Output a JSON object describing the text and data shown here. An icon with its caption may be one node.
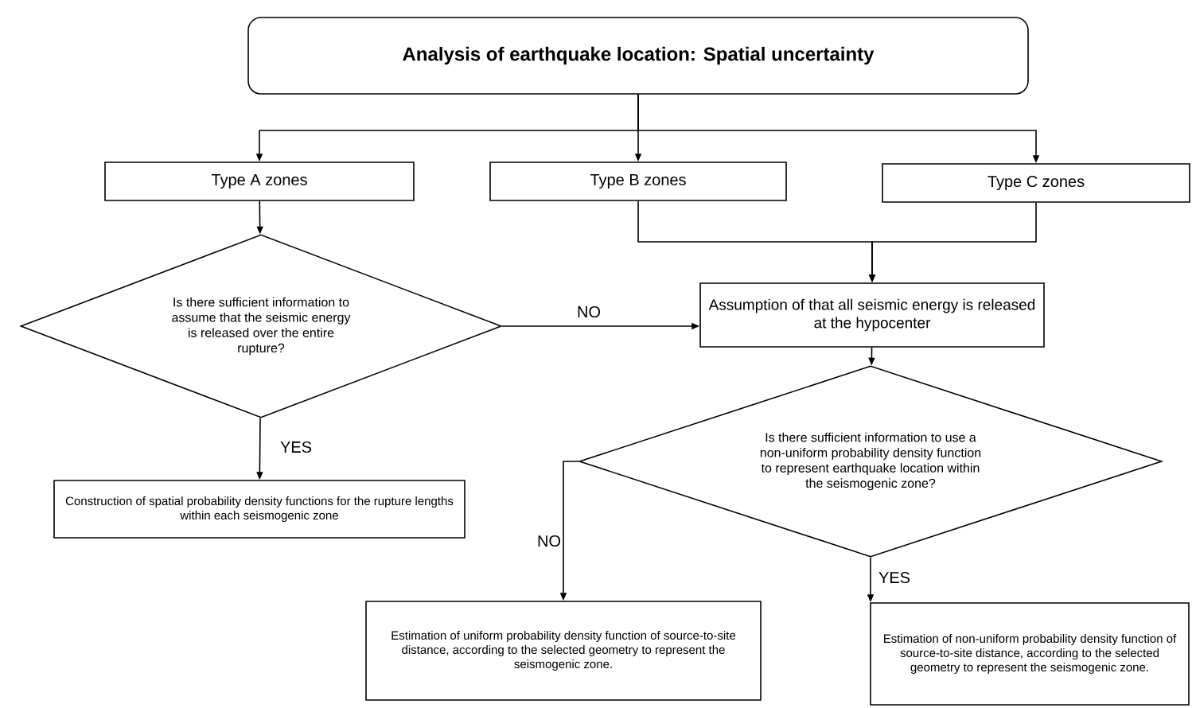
{
  "diagram": {
    "nodes": [
      {
        "text": [
          "Analysis of earthquake location: Spatial uncertainty"
        ]
      },
      {
        "text": [
          "Type A zones"
        ]
      },
      {
        "text": [
          "Type B zones"
        ]
      },
      {
        "text": [
          "Type C zones"
        ]
      },
      {
        "text": [
          "Is there sufficient information to assume that the seismic energy is released over the entire rupture?"
        ]
      },
      {
        "text": [
          "Assumption of that all seismic energy is released at the hypocenter"
        ]
      },
      {
        "text": [
          "Construction of spatial probability density functions for the rupture lengths within each seismogenic zone"
        ]
      },
      {
        "text": [
          "Is there sufficient information to use a non-uniform probability density function to represent earthquake location within the seismogenic zone?"
        ]
      },
      {
        "text": [
          "Estimation of uniform probability density function of source-to-site distance, according to the selected geometry to represent the seismogenic zone."
        ]
      },
      {
        "text": [
          "Estimation of non-uniform probability density function of source-to-site distance, according to the selected geometry to represent the seismogenic zone."
        ]
      }
    ],
    "edges": [
      {
        "from": 0,
        "to": 1,
        "arrow": "to"
      },
      {
        "from": 0,
        "to": 2,
        "arrow": "to"
      },
      {
        "from": 0,
        "to": 3,
        "arrow": "to"
      },
      {
        "from": 1,
        "to": 4,
        "arrow": "to"
      },
      {
        "from": 2,
        "to": 5,
        "arrow": "to"
      },
      {
        "from": 3,
        "to": 5,
        "arrow": "to"
      },
      {
        "from": 4,
        "to": 5,
        "arrow": "to",
        "label": "NO"
      },
      {
        "from": 4,
        "to": 6,
        "arrow": "to",
        "label": "YES"
      },
      {
        "from": 5,
        "to": 7,
        "arrow": "to"
      },
      {
        "from": 7,
        "to": 8,
        "arrow": "to",
        "label": "NO"
      },
      {
        "from": 7,
        "to": 9,
        "arrow": "to",
        "label": "YES"
      }
    ]
  }
}
